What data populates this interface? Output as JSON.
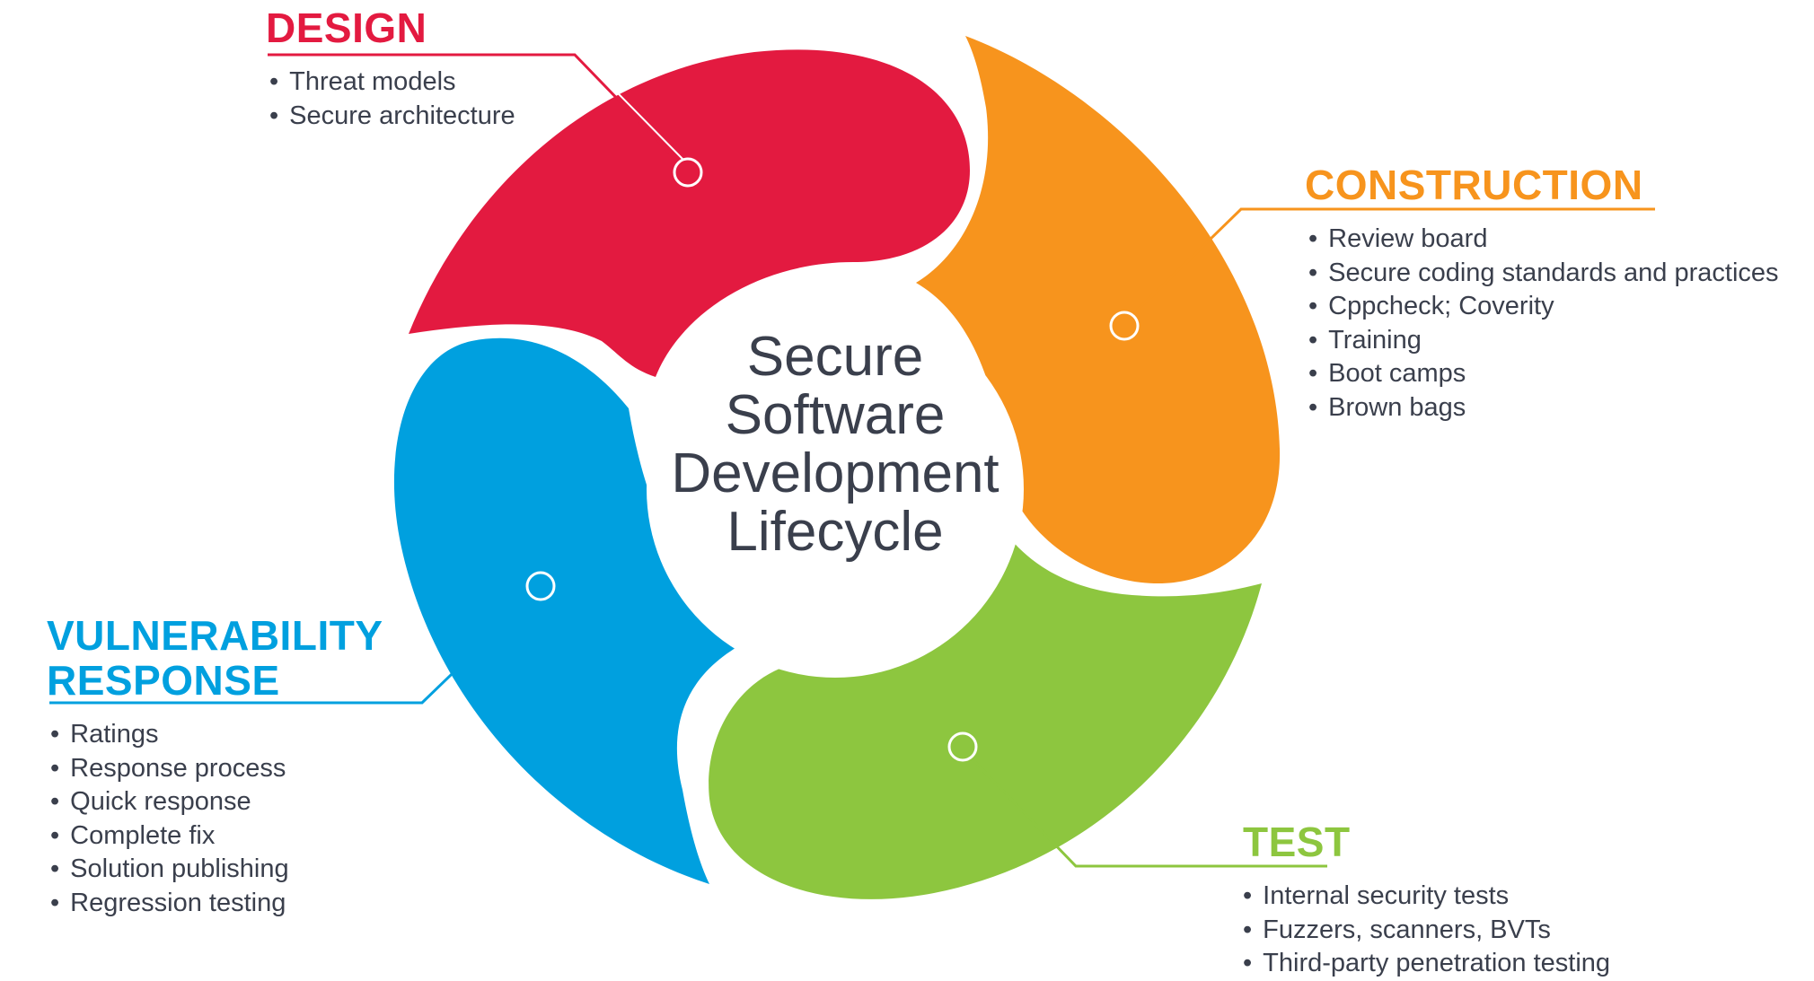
{
  "center_title": [
    "Secure",
    "Software",
    "Development",
    "Lifecycle"
  ],
  "phases": [
    {
      "id": "design",
      "title_lines": [
        "DESIGN"
      ],
      "color": "#e31a40",
      "items": [
        "Threat models",
        "Secure architecture"
      ]
    },
    {
      "id": "construction",
      "title_lines": [
        "CONSTRUCTION"
      ],
      "color": "#f7941d",
      "items": [
        "Review board",
        "Secure coding standards and practices",
        "Cppcheck; Coverity",
        "Training",
        "Boot camps",
        "Brown bags"
      ]
    },
    {
      "id": "test",
      "title_lines": [
        "TEST"
      ],
      "color": "#8dc63f",
      "items": [
        "Internal security tests",
        "Fuzzers, scanners, BVTs",
        "Third-party penetration testing"
      ]
    },
    {
      "id": "vulnerability-response",
      "title_lines": [
        "VULNERABILITY",
        "RESPONSE"
      ],
      "color": "#00a0df",
      "items": [
        "Ratings",
        "Response process",
        "Quick response",
        "Complete fix",
        "Solution publishing",
        "Regression testing"
      ]
    }
  ]
}
